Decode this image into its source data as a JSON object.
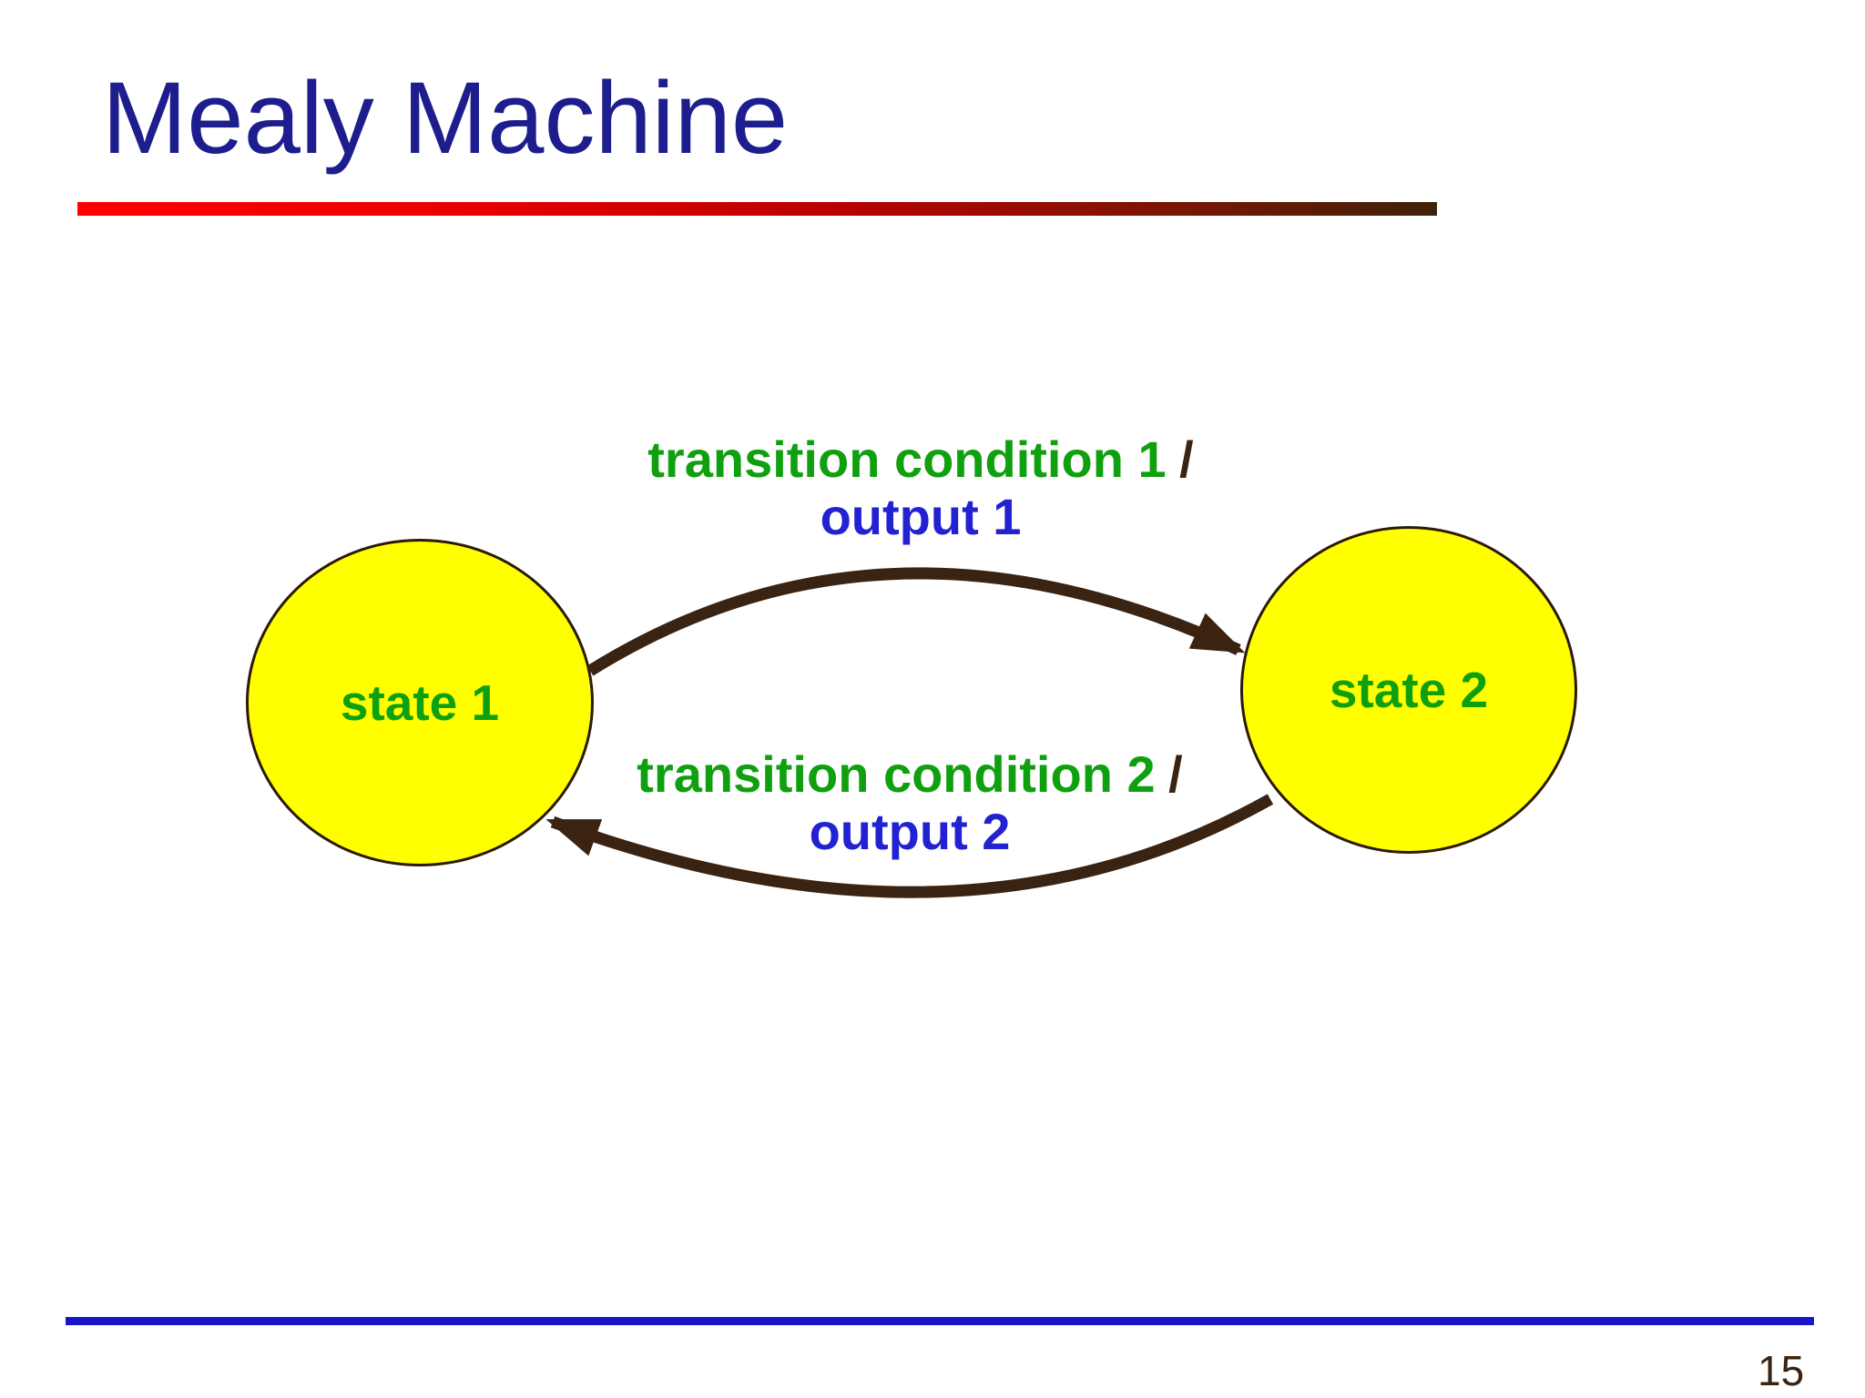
{
  "slide": {
    "title": "Mealy Machine",
    "page_number": "15"
  },
  "colors": {
    "title_text": "#1d1d8e",
    "state_fill": "#ffff00",
    "state_outline": "#2b1a08",
    "state_label_green": "#0fa00f",
    "condition_green": "#0fa00f",
    "output_blue": "#2222d2",
    "arrow_brown": "#3b2311",
    "title_rule_gradient_start": "#ff0000",
    "title_rule_gradient_end": "#3f2209",
    "bottom_rule_blue": "#1616c8"
  },
  "diagram": {
    "states": [
      {
        "label": "state 1"
      },
      {
        "label": "state 2"
      }
    ],
    "transitions": [
      {
        "condition": "transition condition 1",
        "separator": "/",
        "output": "output 1",
        "from": "state 1",
        "to": "state 2"
      },
      {
        "condition": "transition condition 2",
        "separator": "/",
        "output": "output 2",
        "from": "state 2",
        "to": "state 1"
      }
    ]
  }
}
